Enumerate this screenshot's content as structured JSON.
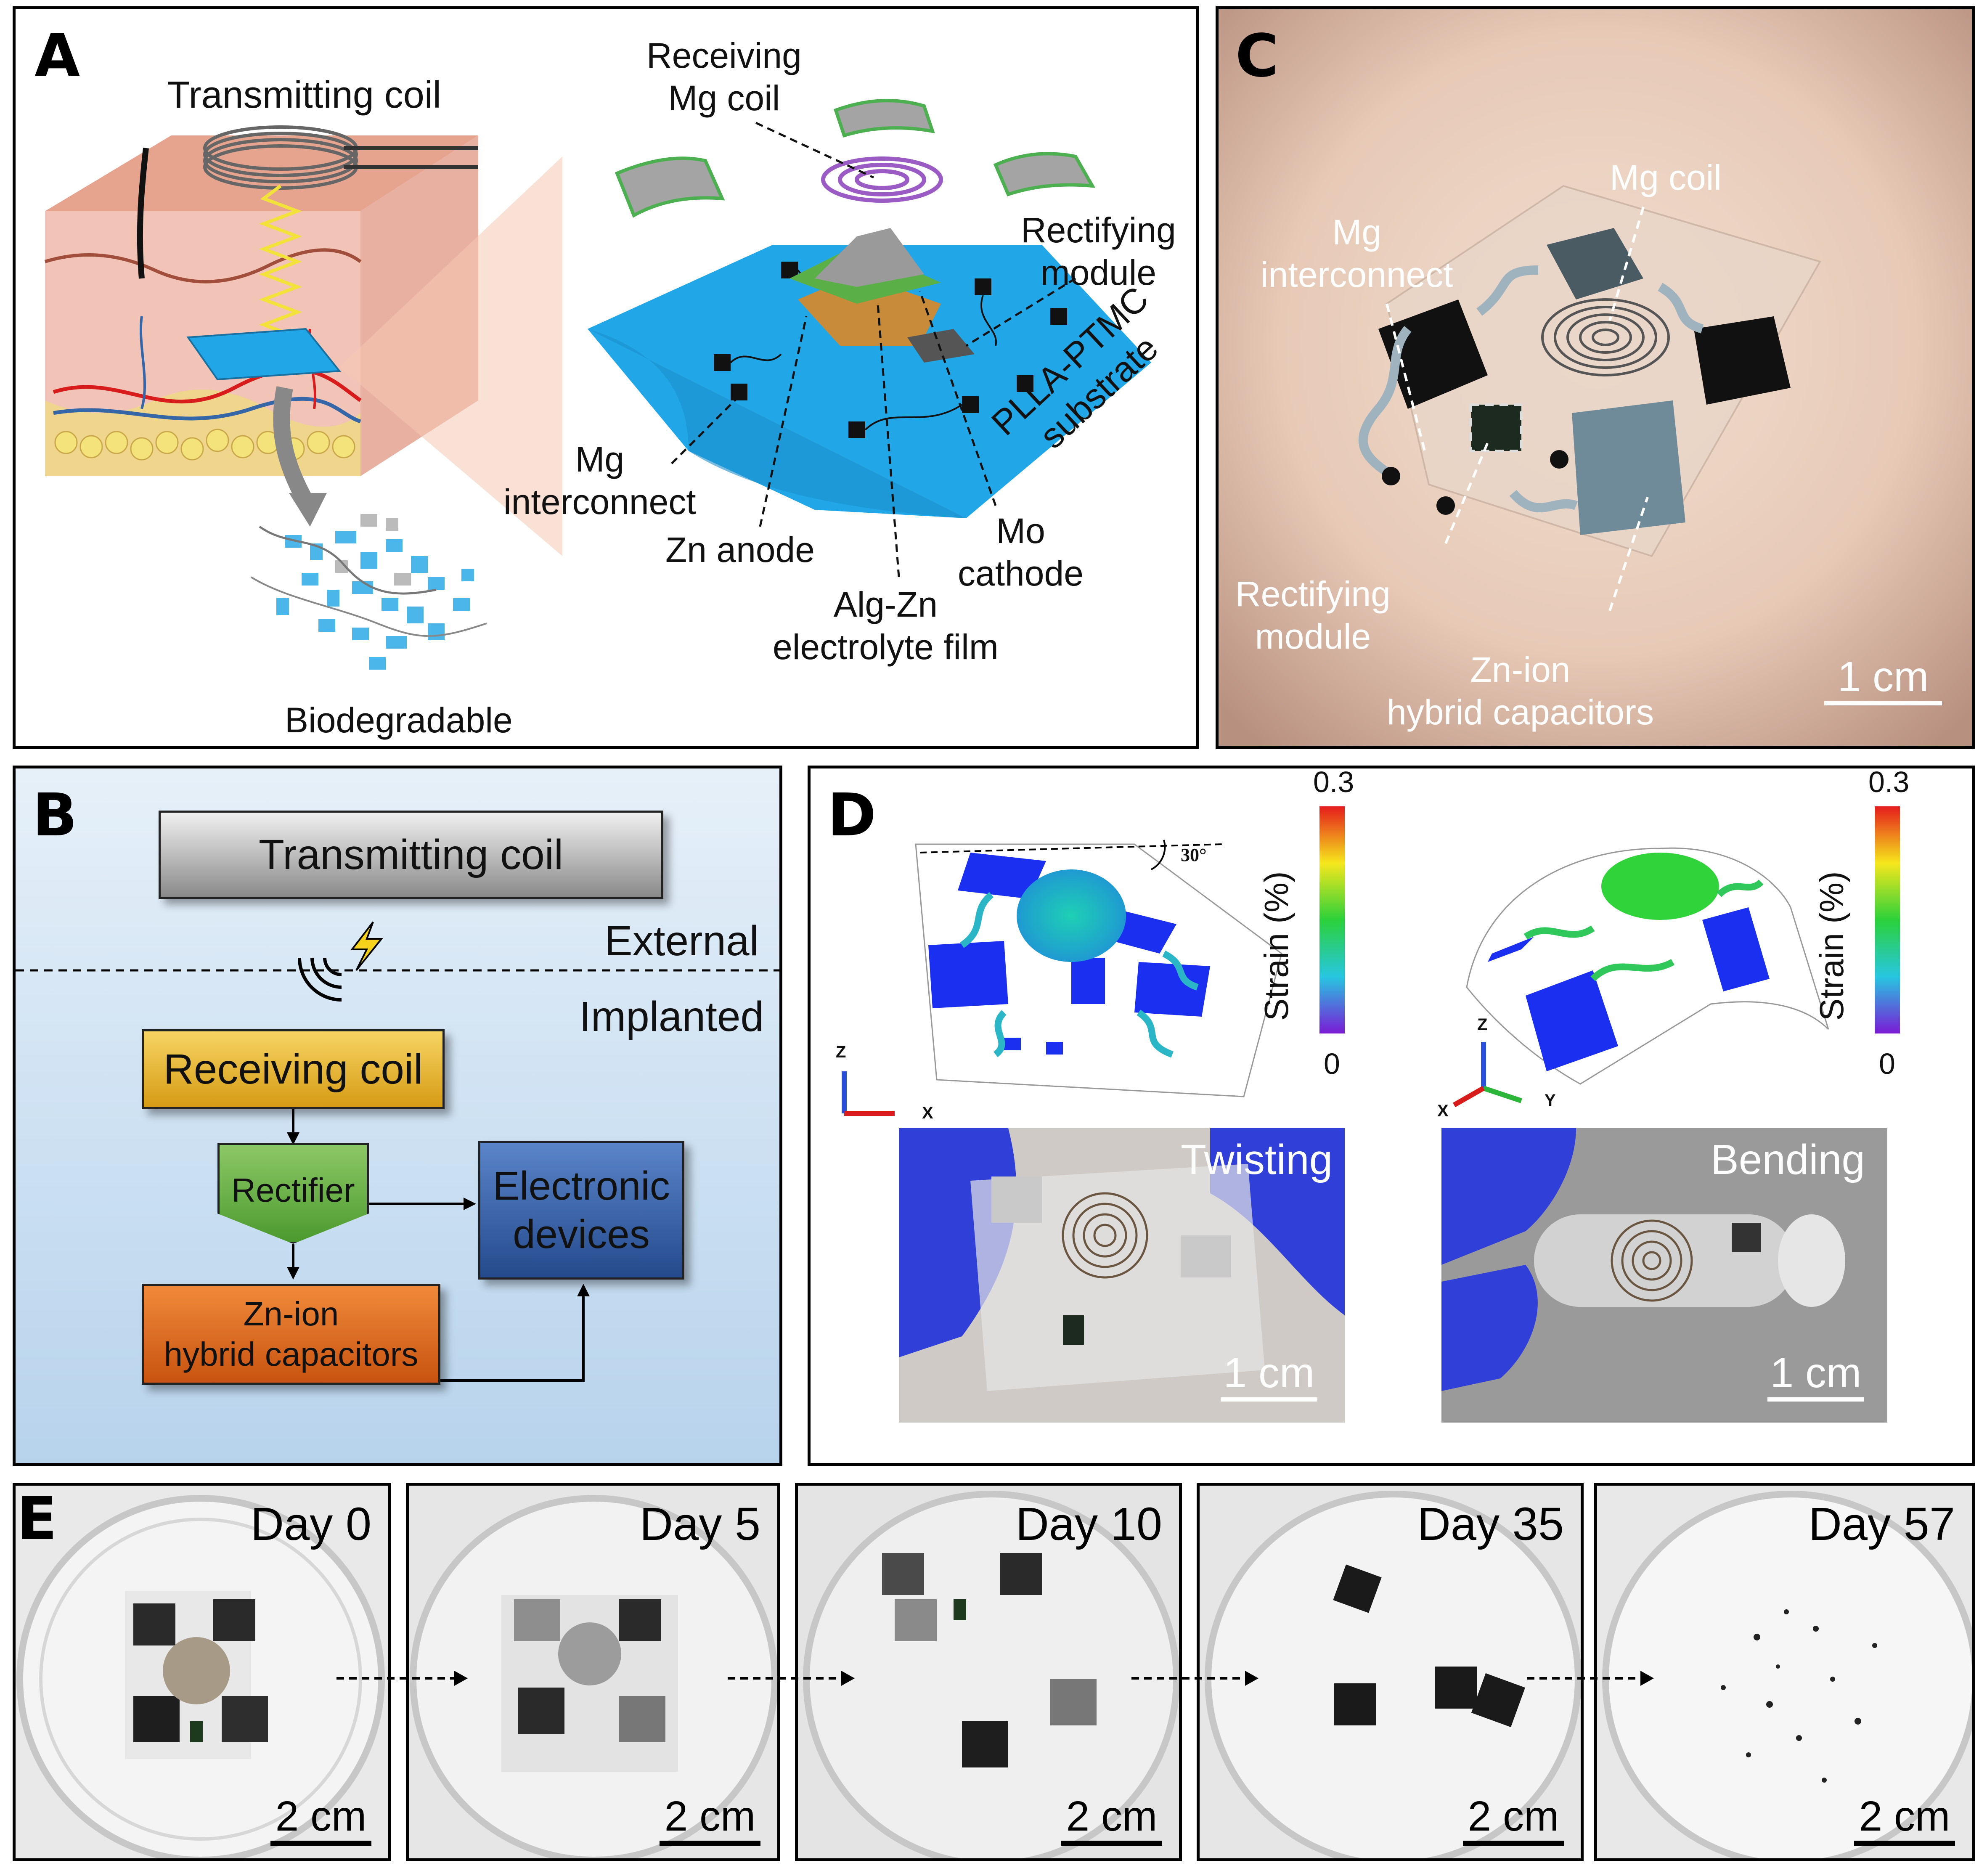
{
  "panels": {
    "A": {
      "letter": "A",
      "transmitting_coil": "Transmitting coil",
      "receiving_mg_coil": [
        "Receiving",
        "Mg coil"
      ],
      "rectifying_module": [
        "Rectifying",
        "module"
      ],
      "substrate": [
        "PLLA-PTMC",
        "substrate"
      ],
      "mg_interconnect": [
        "Mg",
        "interconnect"
      ],
      "zn_anode": "Zn anode",
      "alg_zn": [
        "Alg-Zn",
        "electrolyte film"
      ],
      "mo_cathode": [
        "Mo",
        "cathode"
      ],
      "biodegradable": "Biodegradable"
    },
    "B": {
      "letter": "B",
      "transmitting_coil": "Transmitting coil",
      "external": "External",
      "implanted": "Implanted",
      "receiving_coil": "Receiving coil",
      "rectifier": "Rectifier",
      "electronic_devices": [
        "Electronic",
        "devices"
      ],
      "zn_ion": [
        "Zn-ion",
        "hybrid capacitors"
      ]
    },
    "C": {
      "letter": "C",
      "mg_coil": "Mg coil",
      "mg_interconnect": [
        "Mg",
        "interconnect"
      ],
      "rectifying_module": [
        "Rectifying",
        "module"
      ],
      "zn_ion": [
        "Zn-ion",
        "hybrid capacitors"
      ],
      "scale": "1 cm"
    },
    "D": {
      "letter": "D",
      "angle": "30°",
      "colorbar_max": "0.3",
      "colorbar_min": "0",
      "colorbar_label": "Strain (%)",
      "axis_z": "Z",
      "axis_x": "X",
      "axis_y": "Y",
      "twisting": "Twisting",
      "bending": "Bending",
      "scale": "1 cm"
    },
    "E": {
      "letter": "E",
      "days": [
        "Day 0",
        "Day 5",
        "Day 10",
        "Day 35",
        "Day 57"
      ],
      "scale": "2 cm"
    }
  },
  "colors": {
    "substrate_blue": "#21a7e8",
    "coil_box_gray": "#8a8a8a",
    "receiving_coil_gold": "#e0a81a",
    "rectifier_green": "#5aa63a",
    "devices_blue": "#2f5aa0",
    "capacitor_orange": "#d8641e",
    "panelB_bg": "#d3e6f5"
  }
}
